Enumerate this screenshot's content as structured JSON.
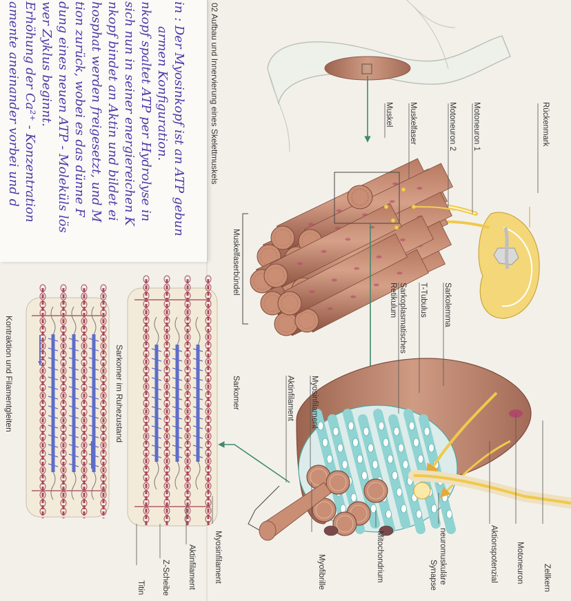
{
  "figure": {
    "number": "02",
    "caption": "Aufbau und Innervierung eines Skelettmuskels"
  },
  "labels": {
    "rueckenmark": "Rückenmark",
    "motoneuron1": "Motoneuron 1",
    "motoneuron2": "Motoneuron 2",
    "muskelfaser": "Muskelfaser",
    "muskel": "Muskel",
    "muskelfaserbuendel": "Muskelfaserbündel",
    "sarkolemma": "Sarkolemma",
    "t_tubulus": "T-Tubulus",
    "retikulum_line1": "Sarkoplasmatisches",
    "retikulum_line2": "Retikulum",
    "sarkomer": "Sarkomer",
    "myosinfilament": "Myosinfilament",
    "aktinfilament": "Aktinfilament",
    "zellkern": "Zellkern",
    "motoneuron": "Motoneuron",
    "aktionspotenzial": "Aktionspotenzial",
    "synapse_line1": "neuromuskuläre",
    "synapse_line2": "Synapse",
    "myofibrille": "Myofibrille",
    "mitochondrium": "Mitochondrium",
    "sarkomer_ruhe": "Sarkomer im Ruhezustand",
    "kontraktion": "Kontraktion und Filamentgleiten",
    "myosinfilament_right": "Myosinfilament",
    "aktinfilament_right": "Aktinfilament",
    "z_scheibe": "Z-Scheibe",
    "titin": "Titin"
  },
  "handwriting": [
    "in : Der Myosinkopf ist an ATP gebun",
    "armen Konfiguration.",
    "nkopf spaltet ATP per Hydrolyse in",
    "sich nun in seiner energiereichen K",
    "nkopf bindet an Aktin und bildet ei",
    "hosphat werden freigesetzt, und M",
    "tion zurück, wobei es das dünne F",
    "dung eines neuen ATP - Moleküls lös",
    "wer Zyklus beginnt.",
    "Erhöhung der Ca²⁺ - Konzentration",
    "amente aneinander vorbei und d"
  ],
  "colors": {
    "muscle": "#c98e74",
    "muscle_dark": "#a86a52",
    "nerve": "#f2cf57",
    "actin": "#a8475d",
    "myosin": "#5e6dc8",
    "sr_blue": "#8fd3d2",
    "bone": "#eef0ea",
    "arrow": "#3f8a6d",
    "ink": "#4a3aa8"
  }
}
